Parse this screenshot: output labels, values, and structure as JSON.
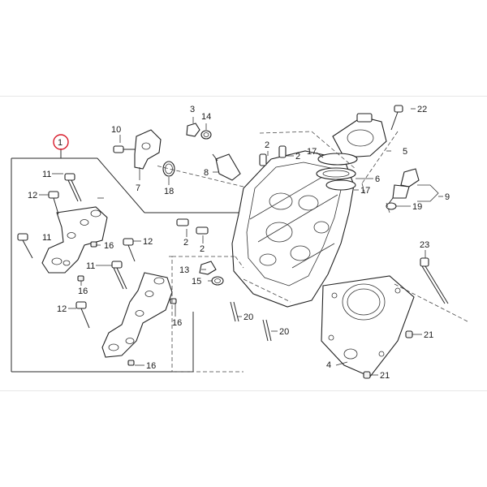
{
  "diagram": {
    "callouts": {
      "c1": "1",
      "c2a": "2",
      "c2b": "2",
      "c2c": "2",
      "c2d": "2",
      "c3": "3",
      "c4": "4",
      "c5": "5",
      "c6": "6",
      "c7": "7",
      "c8": "8",
      "c9": "9",
      "c10": "10",
      "c11a": "11",
      "c11b": "11",
      "c11c": "11",
      "c12a": "12",
      "c12b": "12",
      "c12c": "12",
      "c13": "13",
      "c14": "14",
      "c15": "15",
      "c16a": "16",
      "c16b": "16",
      "c16c": "16",
      "c16d": "16",
      "c17a": "17",
      "c17b": "17",
      "c18": "18",
      "c19": "19",
      "c20a": "20",
      "c20b": "20",
      "c21a": "21",
      "c21b": "21",
      "c22": "22",
      "c23": "23"
    },
    "highlight_color": "#d81b2b",
    "line_color": "#222222"
  }
}
